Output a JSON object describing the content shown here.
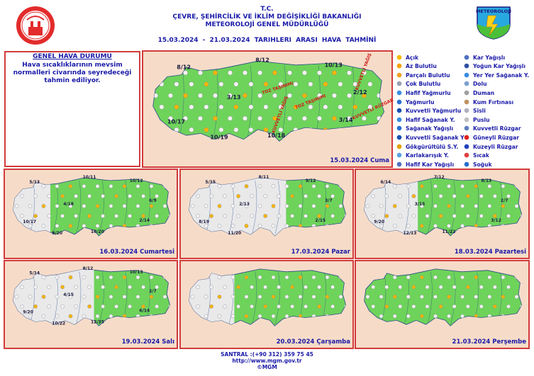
{
  "header": {
    "line1": "T.C.",
    "line2": "ÇEVRE, ŞEHİRCİLİK VE İKLİM DEĞİŞİKLİĞİ BAKANLIĞI",
    "line3": "METEOROLOJİ GENEL MÜDÜRLÜĞÜ",
    "dates": "15.03.2024 - 21.03.2024 TARIHLERI ARASI HAVA TAHMİNİ",
    "right_logo_text": "METEOROLOJİ"
  },
  "genel": {
    "title": "GENEL HAVA DURUMU",
    "text": "Hava sıcaklıklarının mevsim normalleri civarında seyredeceği tahmin ediliyor."
  },
  "legend": {
    "left": [
      "Açık",
      "Az Bulutlu",
      "Parçalı Bulutlu",
      "Çok Bulutlu",
      "Hafif Yağmurlu",
      "Yağmurlu",
      "Kuvvetli Yağmurlu",
      "Hafif Sağanak Y.",
      "Sağanak Yağışlı",
      "Kuvvetli Sağanak Y",
      "Gökgürültülü S.Y.",
      "Karlakarışık Y.",
      "Hafif Kar Yağışlı"
    ],
    "right": [
      "Kar Yağışlı",
      "Yoğun Kar Yağışlı",
      "Yer Yer Sağanak Y.",
      "Dolu",
      "Duman",
      "Kum Fırtınası",
      "Sisli",
      "Puslu",
      "Kuvvetli Rüzgar",
      "Güneyli Rüzgar",
      "Kuzeyli Rüzgar",
      "Sıcak",
      "Soğuk"
    ]
  },
  "maps": [
    {
      "date": "15.03.2024 Cuma",
      "temps": [
        "8/12",
        "8/12",
        "10/13",
        "3/13",
        "2/12",
        "10/17",
        "3/14",
        "10/19",
        "10/18"
      ],
      "notes": [
        "TOZ TAŞINIMI",
        "TOZ TAŞINIMI",
        "KUVVETLİ RÜZGAR",
        "KUVVETLİ YAĞIŞ",
        "KUVVETLİ YAĞIŞ"
      ]
    },
    {
      "date": "16.03.2024 Cumartesi",
      "temps": [
        "5/13",
        "10/11",
        "10/12",
        "4/18",
        "6/9",
        "10/17",
        "2/14",
        "9/20",
        "10/20"
      ],
      "notes": []
    },
    {
      "date": "17.03.2024 Pazar",
      "temps": [
        "5/15",
        "8/11",
        "9/12",
        "2/13",
        "3/7",
        "8/19",
        "2/15",
        "11/20"
      ],
      "notes": []
    },
    {
      "date": "18.03.2024 Pazartesi",
      "temps": [
        "6/14",
        "7/12",
        "8/13",
        "3/15",
        "2/7",
        "9/20",
        "3/12",
        "12/13",
        "11/22"
      ],
      "notes": []
    },
    {
      "date": "19.03.2024 Salı",
      "temps": [
        "5/14",
        "8/12",
        "10/13",
        "4/15",
        "2/7",
        "9/20",
        "6/14",
        "10/22",
        "12/35"
      ],
      "notes": []
    },
    {
      "date": "20.03.2024 Çarşamba",
      "temps": [],
      "notes": []
    },
    {
      "date": "21.03.2024 Perşembe",
      "temps": [],
      "notes": []
    }
  ],
  "footer": {
    "line1": "SANTRAL :(+90 312) 359 75 45",
    "line2": "http://www.mgm.gov.tr",
    "line3": "©MGM"
  },
  "colors": {
    "land": "#6ed35a",
    "land_grey": "#e9e9ea",
    "sea": "#f6dcc8",
    "frame": "#d23b3b",
    "text": "#1a1aa8"
  }
}
